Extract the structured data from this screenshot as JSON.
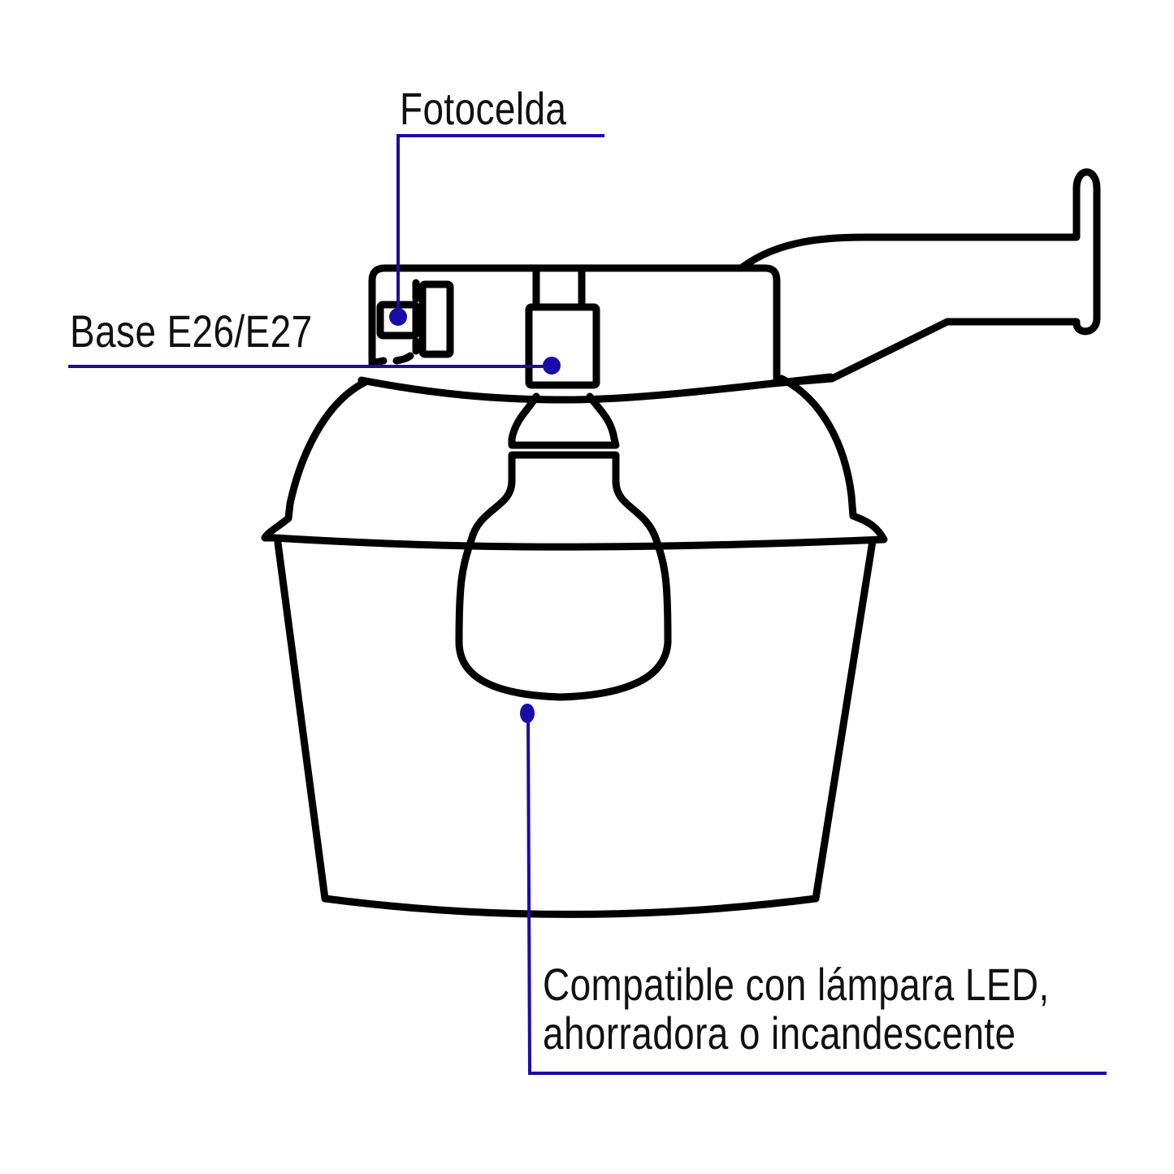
{
  "diagram": {
    "subject": "outdoor wall lamp with photocell",
    "colors": {
      "outline": "#000000",
      "callout": "#1a0ca8",
      "background": "#ffffff",
      "text": "#111111"
    },
    "callouts": [
      {
        "id": "fotocelda",
        "label": "Fotocelda",
        "target": "photocell"
      },
      {
        "id": "base",
        "label": "Base E26/E27",
        "target": "lamp-socket"
      },
      {
        "id": "compatible",
        "label_lines": [
          "Compatible con lámpara LED,",
          "ahorradora o incandescente"
        ],
        "target": "bulb"
      }
    ]
  }
}
